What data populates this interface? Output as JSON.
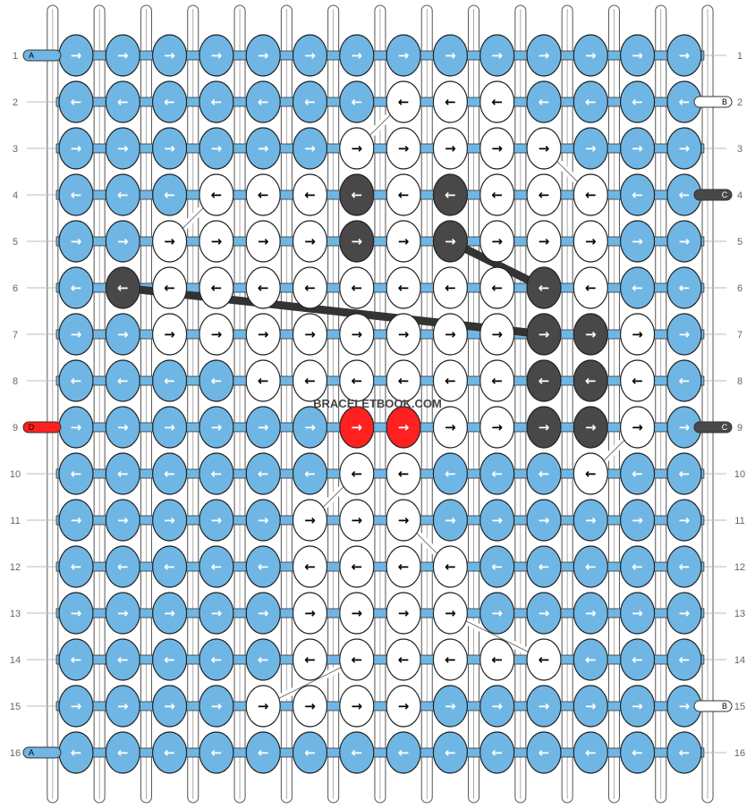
{
  "pattern": {
    "watermark": "BRACELETBOOK.COM",
    "row_numbers": [
      "1",
      "2",
      "3",
      "4",
      "5",
      "6",
      "7",
      "8",
      "9",
      "10",
      "11",
      "12",
      "13",
      "14",
      "15",
      "16"
    ],
    "string_colors": {
      "A": "#6fb6e4",
      "B": "#ffffff",
      "C": "#4a4748",
      "D": "#ff2020"
    },
    "edge_tags": {
      "left": [
        {
          "row": 1,
          "label": "A"
        },
        {
          "row": 9,
          "label": "D"
        },
        {
          "row": 16,
          "label": "A"
        }
      ],
      "right": [
        {
          "row": 2,
          "label": "B"
        },
        {
          "row": 4,
          "label": "C"
        },
        {
          "row": 9,
          "label": "C"
        },
        {
          "row": 15,
          "label": "B"
        }
      ]
    },
    "knot_grid": [
      "AAAAAAAAAAAAAA",
      "AAAAAAABBBAAAA",
      "AAAAAABBBBBAAA",
      "AAAWBBCBCBBBAA",
      "AABBBBCBCBBBAA",
      "ACBBBBBBBBCBAA",
      "AABBBBBBBBCCBA",
      "AAAABBBBBBCCBA",
      "AAAAAADDBBCCBA",
      "AAAAAABBAAABAA",
      "AAAAABBBAAAAAA",
      "AAAAABBBBAAAAA",
      "AAAAABBBBAAAAA",
      "AAAAABBBBBBAAA",
      "AAAABBBBAAAAAA",
      "AAAAAAAAAAAAAA"
    ]
  }
}
